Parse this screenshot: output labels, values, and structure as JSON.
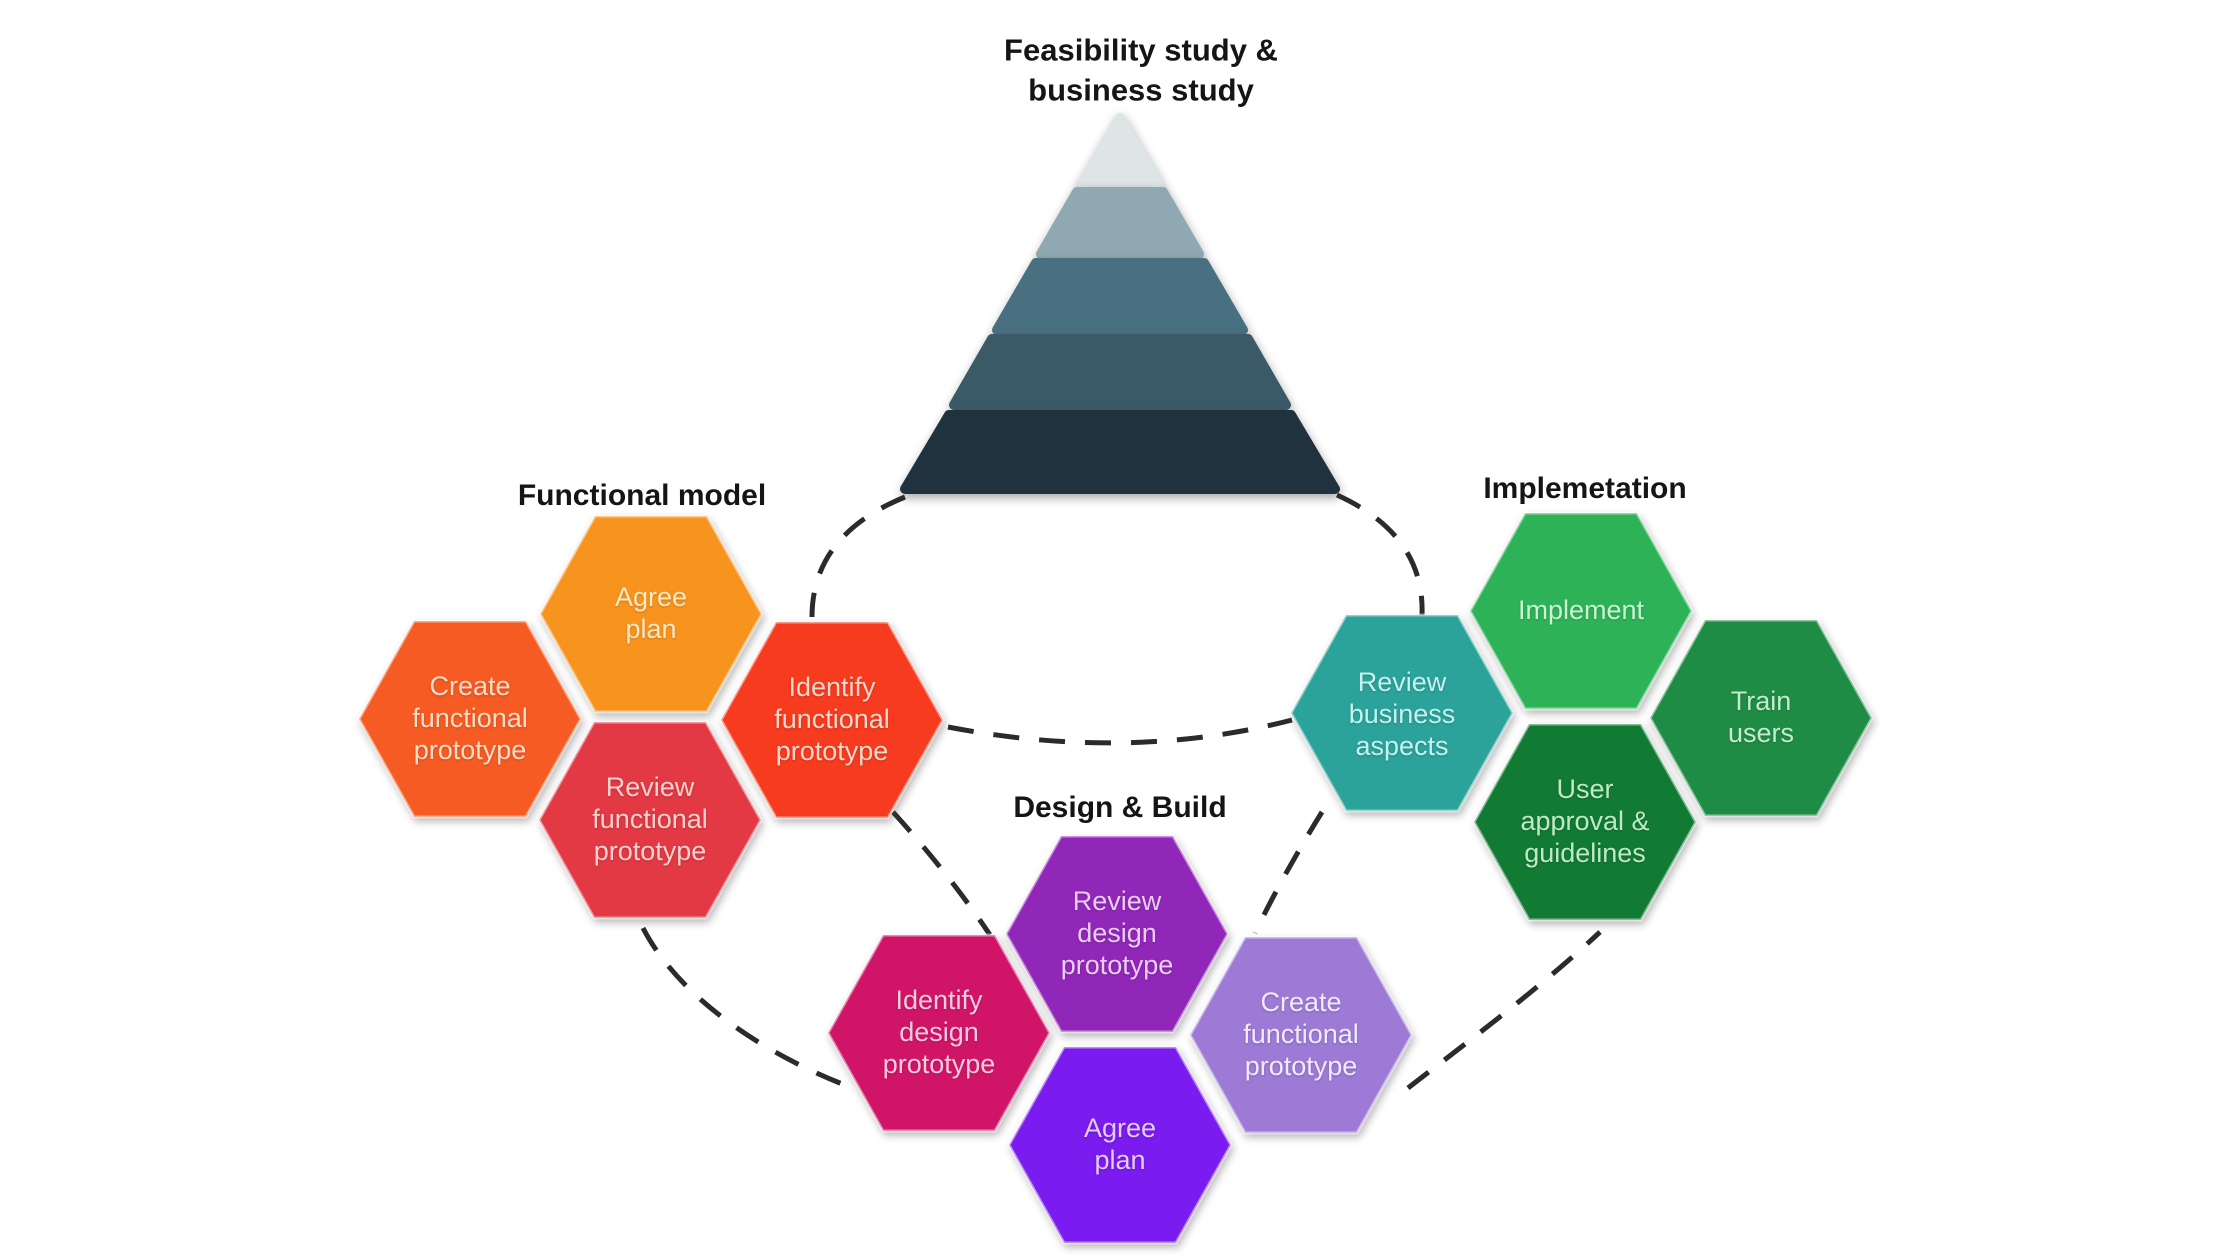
{
  "pyramid": {
    "title": "Feasibility study & business study",
    "layers": [
      "#dde5e7",
      "#8fa8b2",
      "#497080",
      "#3a5a68",
      "#20323d"
    ]
  },
  "connectors": {
    "color": "#2b2b2b",
    "style": "dashed"
  },
  "clusters": [
    {
      "id": "functional-model",
      "label": "Functional model",
      "hexes": [
        {
          "label": "Agree plan",
          "color": "#F7941E",
          "text_color": "#FFE7C2"
        },
        {
          "label": "Create functional prototype",
          "color": "#F55B22",
          "text_color": "#FFDCC8"
        },
        {
          "label": "Identify functional prototype",
          "color": "#F63B1E",
          "text_color": "#FFD6CC"
        },
        {
          "label": "Review functional prototype",
          "color": "#E23944",
          "text_color": "#FFD0CE"
        }
      ]
    },
    {
      "id": "implemetation",
      "label": "Implemetation",
      "hexes": [
        {
          "label": "Implement",
          "color": "#2EB257",
          "text_color": "#C8F4D4"
        },
        {
          "label": "Review business aspects",
          "color": "#2BA39B",
          "text_color": "#C6F1ED"
        },
        {
          "label": "Train users",
          "color": "#1F8C46",
          "text_color": "#C4ECCB"
        },
        {
          "label": "User approval & guidelines",
          "color": "#117B33",
          "text_color": "#BFE9C6"
        }
      ]
    },
    {
      "id": "design-build",
      "label": "Design & Build",
      "hexes": [
        {
          "label": "Review design prototype",
          "color": "#9127B8",
          "text_color": "#EACCF5"
        },
        {
          "label": "Identify design prototype",
          "color": "#D01568",
          "text_color": "#FBCADD"
        },
        {
          "label": "Create functional prototype",
          "color": "#9C7AD6",
          "text_color": "#F2EAFC"
        },
        {
          "label": "Agree plan",
          "color": "#7A1BEF",
          "text_color": "#E3CBFB"
        }
      ]
    }
  ]
}
